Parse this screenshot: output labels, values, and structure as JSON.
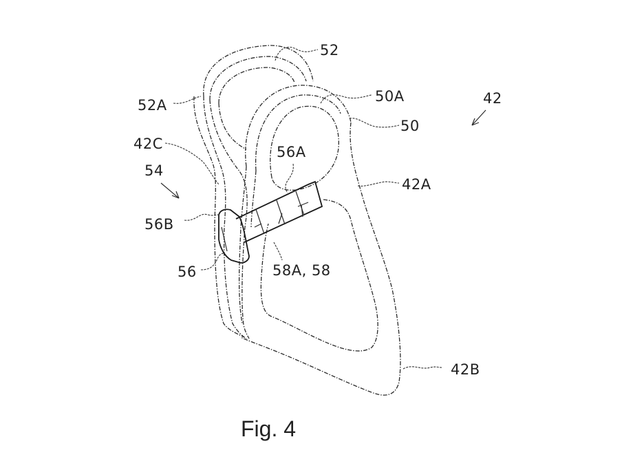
{
  "figure": {
    "caption": "Fig. 4",
    "ink_color": "#222222",
    "background": "#ffffff"
  },
  "labels": {
    "l42": "42",
    "l42A": "42A",
    "l42B": "42B",
    "l42C": "42C",
    "l50": "50",
    "l50A": "50A",
    "l52": "52",
    "l52A": "52A",
    "l54": "54",
    "l56": "56",
    "l56A": "56A",
    "l56B": "56B",
    "l58": "58A, 58"
  },
  "parts": [
    {
      "ref": "42",
      "kind": "assembly-arrow"
    },
    {
      "ref": "42A",
      "kind": "upper-frame-portion"
    },
    {
      "ref": "42B",
      "kind": "lower-frame-portion"
    },
    {
      "ref": "42C",
      "kind": "side-wall"
    },
    {
      "ref": "50",
      "kind": "front-ring"
    },
    {
      "ref": "50A",
      "kind": "front-ring-inner-edge"
    },
    {
      "ref": "52",
      "kind": "rear-ring"
    },
    {
      "ref": "52A",
      "kind": "rear-ring-inner-edge"
    },
    {
      "ref": "54",
      "kind": "fastener-assembly-arrow"
    },
    {
      "ref": "56",
      "kind": "screw"
    },
    {
      "ref": "56A",
      "kind": "screw-tip"
    },
    {
      "ref": "56B",
      "kind": "screw-head"
    },
    {
      "ref": "58A, 58",
      "kind": "thread"
    }
  ]
}
